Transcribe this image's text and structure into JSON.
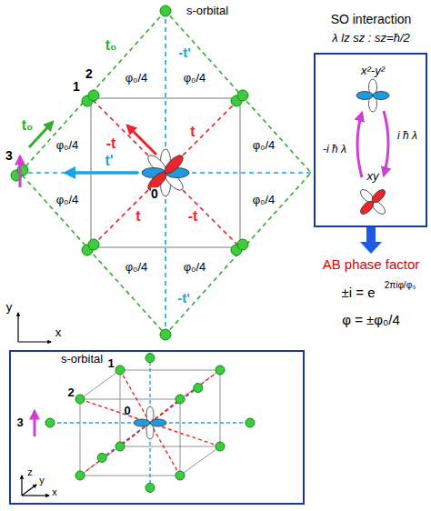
{
  "diagram": {
    "nodes": [
      {
        "text": [
          "SO interaction",
          "λ lz sz : sz=ħ/2",
          "x²-y²",
          "-i ħ λ",
          "i ħ λ",
          "xy"
        ]
      },
      {
        "text": [
          "s-orbital",
          "1",
          "2",
          "3",
          "0",
          "y",
          "z",
          "x"
        ]
      }
    ],
    "labels": [
      "s-orbital",
      "t₀",
      "-t'",
      "2",
      "1",
      "φ₀/4",
      "φ₀/4",
      "φ₀/4",
      "φ₀/4",
      "φ₀/4",
      "φ₀/4",
      "φ₀/4",
      "φ₀/4",
      "t₀",
      "-t",
      "t",
      "3",
      "t'",
      "0",
      "t",
      "-t",
      "-t'",
      "y",
      "x",
      "AB phase factor",
      "±i = e",
      "2πiφ/φ₀",
      "φ = ±φ₀/4"
    ]
  }
}
